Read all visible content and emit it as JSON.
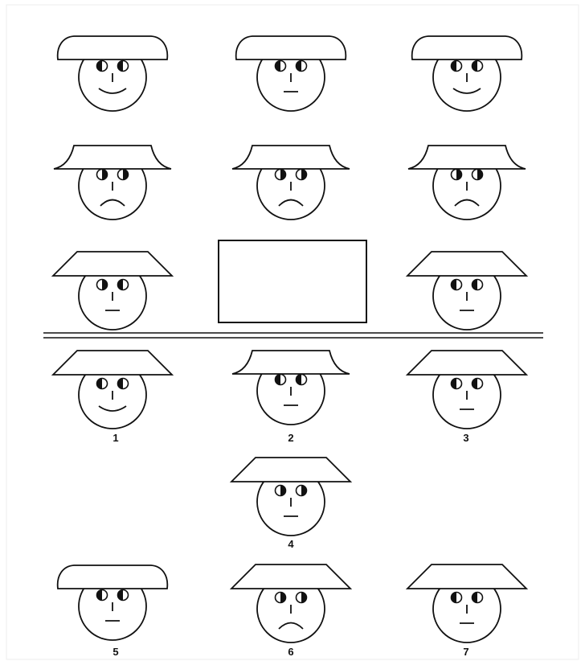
{
  "puzzle": {
    "matrix": [
      {
        "hat": "rounded",
        "eyes": "left-dark-half",
        "mouth": "smile"
      },
      {
        "hat": "rounded",
        "eyes": "left-dark-half",
        "mouth": "flat"
      },
      {
        "hat": "rounded",
        "eyes": "left-dark-half",
        "mouth": "smile"
      },
      {
        "hat": "flared",
        "eyes": "right-dark-half",
        "mouth": "frown"
      },
      {
        "hat": "flared",
        "eyes": "right-dark-half",
        "mouth": "frown"
      },
      {
        "hat": "flared",
        "eyes": "right-dark-half",
        "mouth": "frown"
      },
      {
        "hat": "trapezoid",
        "eyes": "mixed",
        "mouth": "flat"
      },
      {
        "hat": "none",
        "eyes": "none",
        "mouth": "none",
        "missing": true
      },
      {
        "hat": "trapezoid",
        "eyes": "left-dark-half",
        "mouth": "flat"
      }
    ],
    "options": [
      {
        "label": "1",
        "hat": "trapezoid",
        "eyes": "left-dark-half",
        "mouth": "smile"
      },
      {
        "label": "2",
        "hat": "flared",
        "eyes": "left-dark-half",
        "mouth": "flat"
      },
      {
        "label": "3",
        "hat": "trapezoid",
        "eyes": "left-dark-half",
        "mouth": "flat"
      },
      {
        "label": "4",
        "hat": "trapezoid",
        "eyes": "right-dark-half",
        "mouth": "flat"
      },
      {
        "label": "5",
        "hat": "rounded",
        "eyes": "left-dark-half",
        "mouth": "flat"
      },
      {
        "label": "6",
        "hat": "trapezoid",
        "eyes": "right-dark-half",
        "mouth": "frown"
      },
      {
        "label": "7",
        "hat": "trapezoid",
        "eyes": "left-dark-half",
        "mouth": "flat"
      }
    ]
  },
  "colors": {
    "ink": "#111111",
    "background": "#ffffff"
  }
}
